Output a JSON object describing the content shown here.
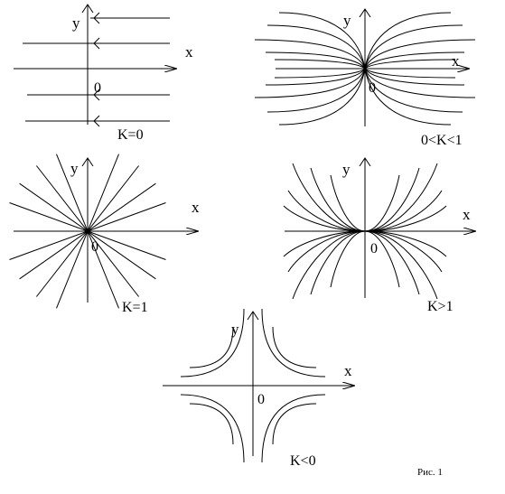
{
  "axis_labels": {
    "x": "x",
    "y": "y",
    "origin": "0"
  },
  "panels": [
    {
      "id": "k-zero",
      "caption": "K=0"
    },
    {
      "id": "k-between",
      "caption": "0<K<1"
    },
    {
      "id": "k-one",
      "caption": "K=1"
    },
    {
      "id": "k-greater",
      "caption": "K>1"
    },
    {
      "id": "k-negative",
      "caption": "K<0"
    }
  ],
  "figure_caption": "Рис. 1",
  "colors": {
    "ink": "#000000",
    "background": "#ffffff"
  }
}
